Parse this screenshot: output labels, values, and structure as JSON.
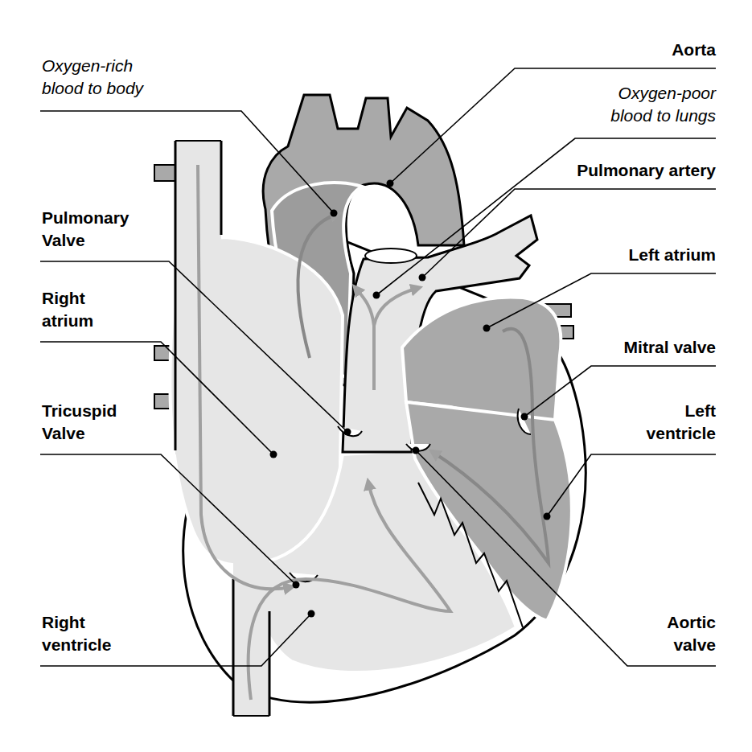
{
  "diagram": {
    "labels": [
      "Oxygen-rich blood to body",
      "Aorta",
      "Oxygen-poor blood to lungs",
      "Pulmonary artery",
      "Pulmonary Valve",
      "Left atrium",
      "Right atrium",
      "Mitral valve",
      "Tricuspid Valve",
      "Left ventricle",
      "Right ventricle",
      "Aortic valve"
    ]
  }
}
